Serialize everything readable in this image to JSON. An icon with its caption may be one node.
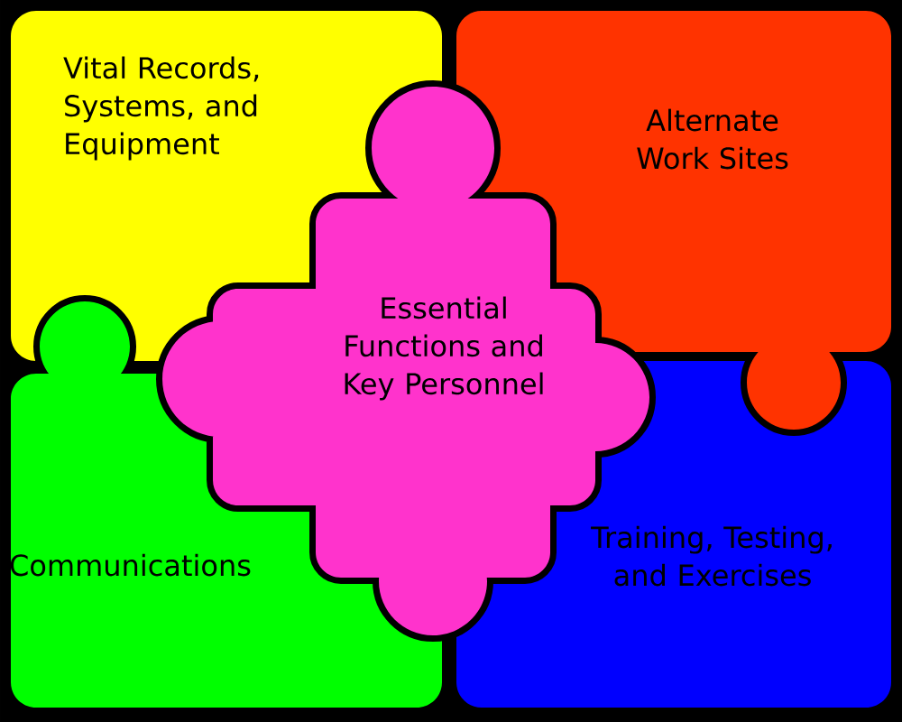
{
  "diagram": {
    "nodes": [
      {
        "text": [
          "Vital Records, Systems, and Equipment"
        ]
      },
      {
        "text": [
          "Alternate Work Sites"
        ]
      },
      {
        "text": [
          "Communications"
        ]
      },
      {
        "text": [
          "Training, Testing, and Exercises"
        ]
      },
      {
        "text": [
          "Essential Functions and Key Personnel"
        ]
      }
    ]
  }
}
